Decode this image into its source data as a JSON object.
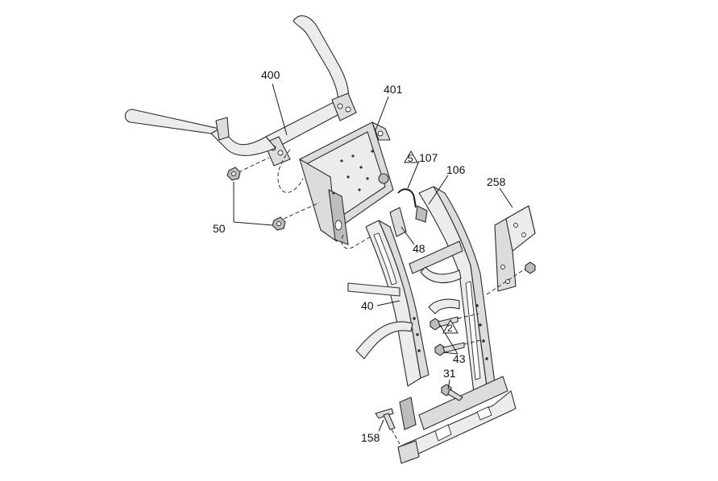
{
  "callouts": {
    "c400": "400",
    "c401": "401",
    "c107": "107",
    "c5": "5",
    "c106": "106",
    "c258": "258",
    "c50": "50",
    "c48": "48",
    "c40": "40",
    "c2": "2",
    "c43": "43",
    "c31": "31",
    "c158": "158"
  }
}
